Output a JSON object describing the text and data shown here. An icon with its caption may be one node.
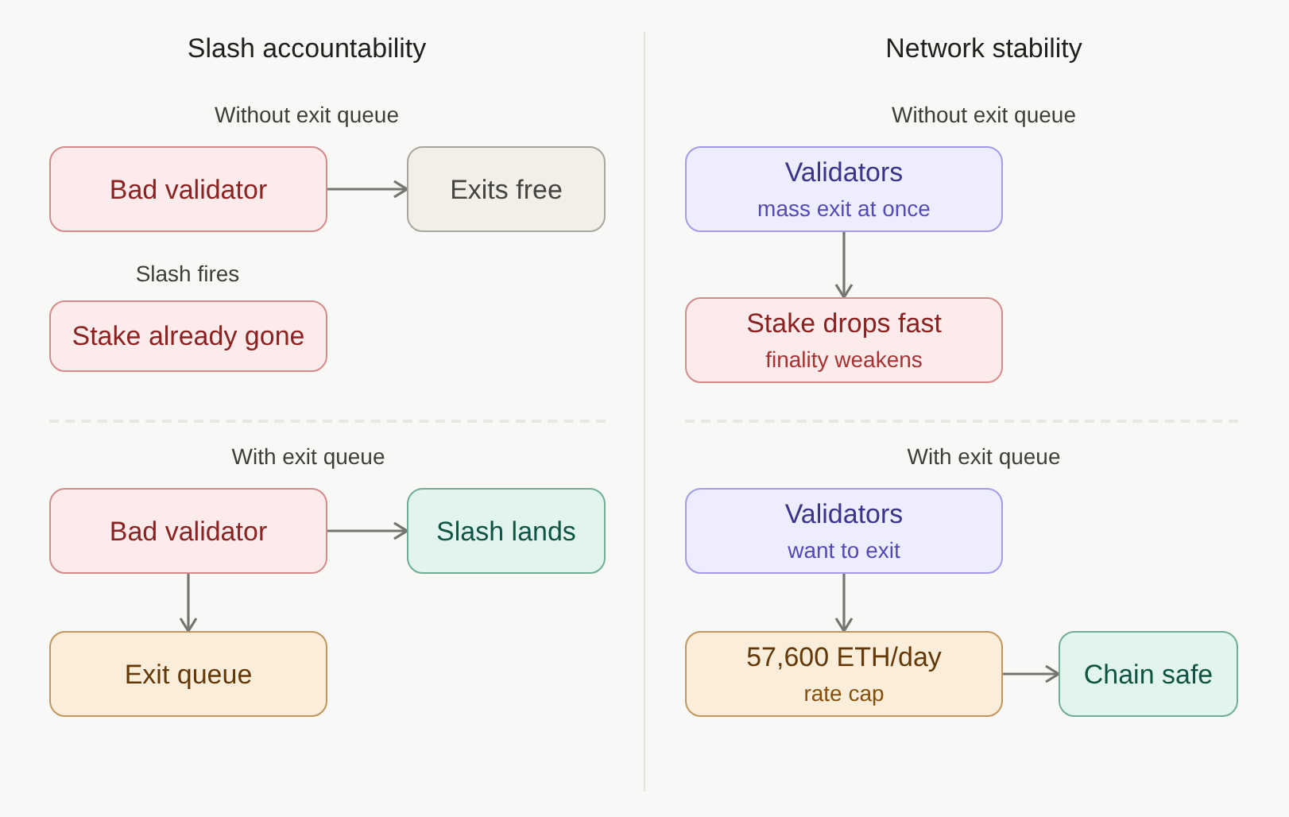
{
  "diagram": {
    "nodes": [
      {
        "text": [
          "Bad validator"
        ]
      },
      {
        "text": [
          "Exits free"
        ]
      },
      {
        "text": [
          "Stake already gone"
        ],
        "beside": [
          "Slash fires"
        ]
      },
      {
        "text": [
          "Bad validator"
        ]
      },
      {
        "text": [
          "Slash lands"
        ]
      },
      {
        "text": [
          "Exit queue"
        ]
      },
      {
        "text": [
          "Validators",
          "mass exit at once"
        ]
      },
      {
        "text": [
          "Stake drops fast",
          "finality weakens"
        ]
      },
      {
        "text": [
          "Validators",
          "want to exit"
        ]
      },
      {
        "text": [
          "57,600 ETH/day",
          "rate cap"
        ]
      },
      {
        "text": [
          "Chain safe"
        ]
      }
    ],
    "edges": [
      {
        "from": 0,
        "to": 1,
        "arrow": "to"
      },
      {
        "from": 3,
        "to": 4,
        "arrow": "to"
      },
      {
        "from": 3,
        "to": 5,
        "arrow": "to"
      },
      {
        "from": 6,
        "to": 7,
        "arrow": "to"
      },
      {
        "from": 8,
        "to": 9,
        "arrow": "to"
      },
      {
        "from": 9,
        "to": 10,
        "arrow": "to"
      }
    ],
    "labels": [
      "Slash accountability",
      "Network stability",
      "Without exit queue",
      "Without exit queue",
      "With exit queue",
      "With exit queue"
    ]
  }
}
